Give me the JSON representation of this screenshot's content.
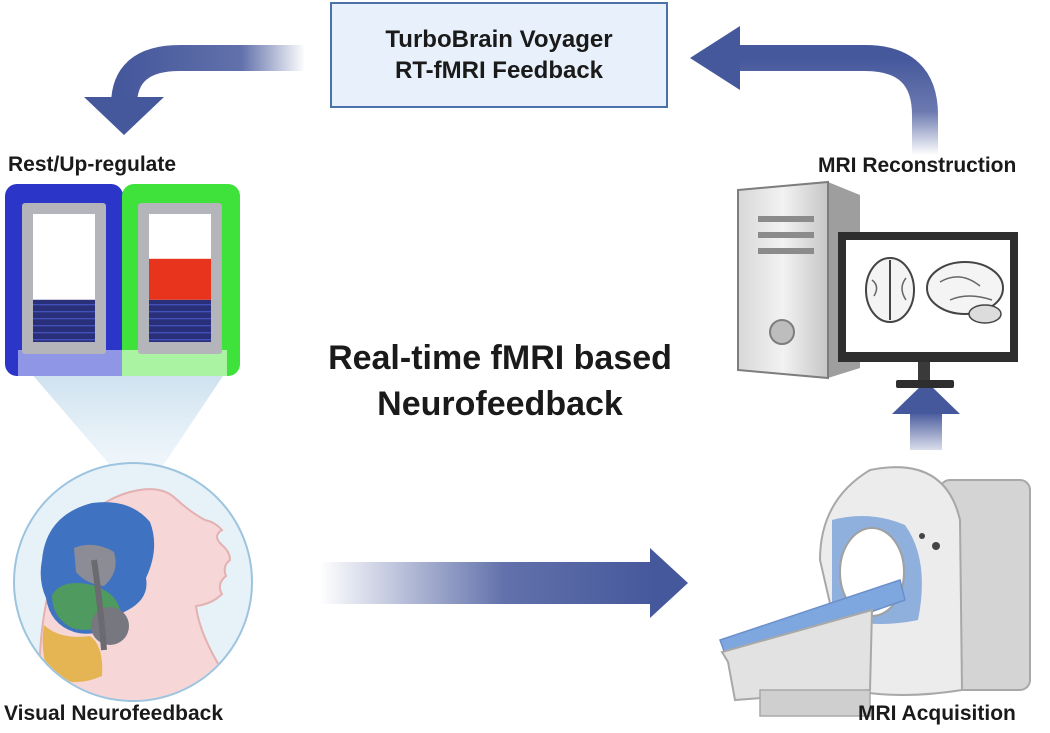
{
  "top_box": {
    "line1": "TurboBrain Voyager",
    "line2": "RT-fMRI Feedback"
  },
  "center_title": {
    "line1": "Real-time fMRI based",
    "line2": "Neurofeedback"
  },
  "labels": {
    "rest_up": "Rest/Up-regulate",
    "mri_reconstruction": "MRI Reconstruction",
    "visual_neurofeedback": "Visual Neurofeedback",
    "mri_acquisition": "MRI Acquisition"
  },
  "feedback_bars": [
    {
      "state": "rest",
      "frame_color": "#2b35c8",
      "fill_color": "#2a2f7a",
      "level": 0.33
    },
    {
      "state": "up-regulate",
      "frame_color": "#3ee23a",
      "fill_color": "#e8341c",
      "level": 0.65
    }
  ],
  "colors": {
    "arrow": "#46589c",
    "box_border": "#4a72a8",
    "box_fill": "#e8f1fb"
  }
}
